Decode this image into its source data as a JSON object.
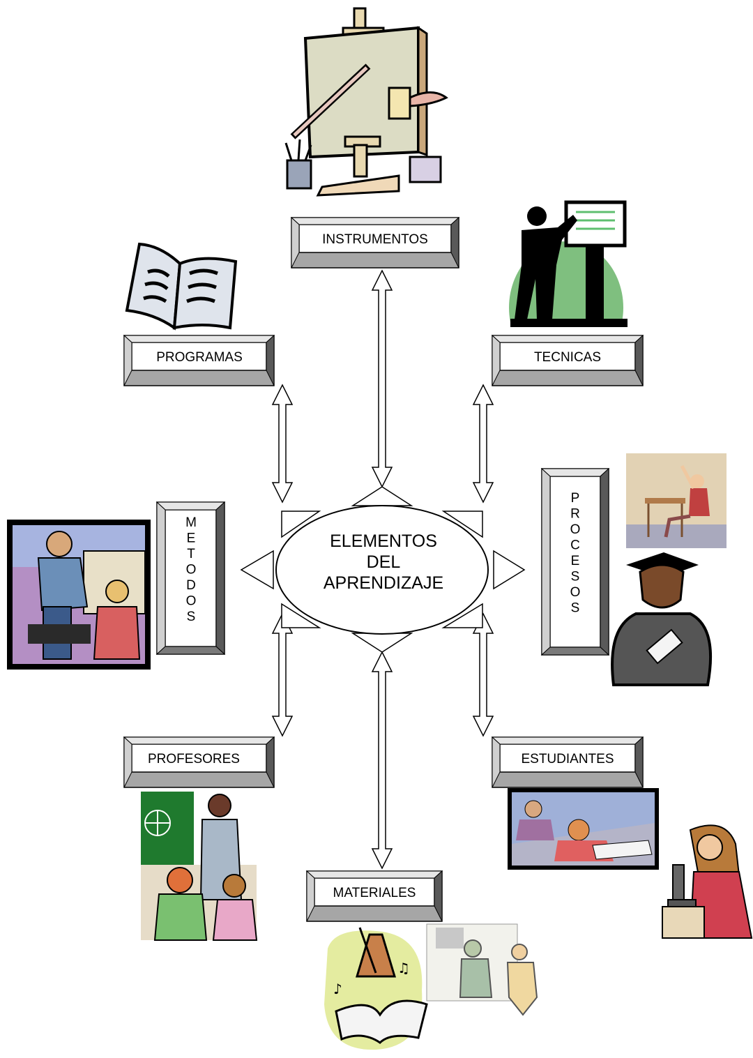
{
  "center": {
    "lines": [
      "ELEMENTOS",
      "DEL",
      "APRENDIZAJE"
    ]
  },
  "nodes": {
    "instrumentos": "INSTRUMENTOS",
    "programas": "PROGRAMAS",
    "tecnicas": "TECNICAS",
    "metodos": "METODOS",
    "procesos": "PROCESOS",
    "profesores": "PROFESORES",
    "estudiantes": "ESTUDIANTES",
    "materiales": "MATERIALES"
  },
  "colors": {
    "frame_light": "#e6e6e6",
    "frame_mid": "#a6a6a6",
    "frame_dark": "#4d4d4d",
    "stroke": "#000000",
    "green_disc": "#7fbf7f",
    "chalkboard": "#1f7a2e"
  },
  "illustrations": [
    "easel-painting-icon",
    "open-book-icon",
    "presenter-board-icon",
    "teacher-computer-class-icon",
    "student-raising-hand-icon",
    "graduate-icon",
    "teacher-chalkboard-icon",
    "students-writing-icon",
    "microscope-student-icon",
    "metronome-music-book-icon",
    "library-people-icon"
  ]
}
